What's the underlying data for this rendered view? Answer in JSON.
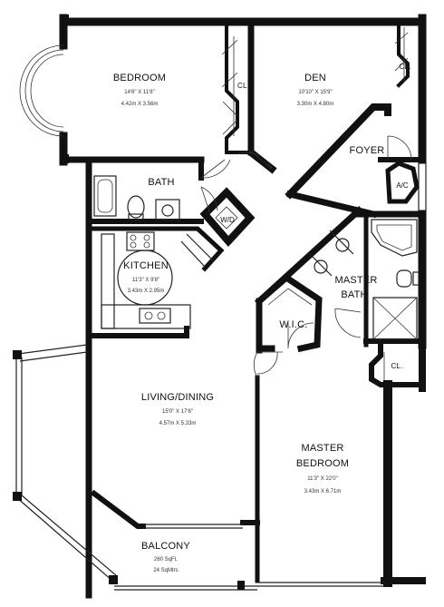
{
  "rooms": {
    "bedroom": {
      "name": "BEDROOM",
      "dim_ft": "14'6\" X 11'8\"",
      "dim_m": "4.42m X 3.56m"
    },
    "den": {
      "name": "DEN",
      "dim_ft": "10'10\" X 15'9\"",
      "dim_m": "3.30m X 4.80m"
    },
    "bath": {
      "name": "BATH"
    },
    "foyer": {
      "name": "FOYER"
    },
    "ac": {
      "name": "A/C"
    },
    "wd": {
      "name": "W/D"
    },
    "kitchen": {
      "name": "KITCHEN",
      "dim_ft": "11'3\" X 9'8\"",
      "dim_m": "3.43m X 2.95m"
    },
    "master_bath": {
      "name_line1": "MASTER",
      "name_line2": "BATH"
    },
    "wic": {
      "name": "W.I.C."
    },
    "living_dining": {
      "name": "LIVING/DINING",
      "dim_ft": "15'0\" X 17'6\"",
      "dim_m": "4.57m X 5.33m"
    },
    "master_bedroom": {
      "name_line1": "MASTER",
      "name_line2": "BEDROOM",
      "dim_ft": "11'3\" X 22'0\"",
      "dim_m": "3.43m X 6.71m"
    },
    "balcony": {
      "name": "BALCONY",
      "area_ft": "260 SqFt.",
      "area_m": "24 SqMtrs"
    },
    "closet_label": "CL."
  }
}
